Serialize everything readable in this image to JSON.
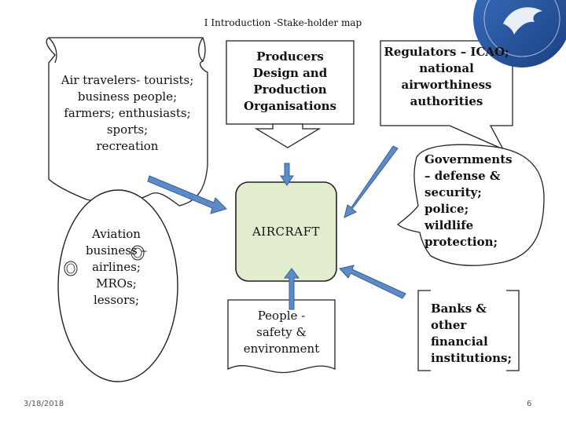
{
  "header": {
    "title": "I Introduction -Stake-holder map"
  },
  "logo": {
    "icon": "eagle-logo-icon",
    "colors": [
      "#1f4e9c",
      "#ffffff"
    ]
  },
  "nodes": {
    "travelers": {
      "text": "Air travelers- tourists;\nbusiness people;\nfarmers; enthusiasts;\nsports;\nrecreation"
    },
    "producers": {
      "text": "Producers\nDesign and\nProduction\nOrganisations"
    },
    "regulators": {
      "text": "Regulators – ICAO;\nnational\nairworthiness\nauthorities"
    },
    "aviation": {
      "text": "Aviation\nbusiness –\nairlines;\nMROs;\nlessors;"
    },
    "aircraft": {
      "text": "AIRCRAFT"
    },
    "governments": {
      "text": "Governments\n– defense &\nsecurity;\npolice;\nwildlife\nprotection;"
    },
    "people": {
      "text": "People -\nsafety &\nenvironment"
    },
    "banks": {
      "text": "Banks  &\nother\nfinancial\ninstitutions;"
    }
  },
  "colors": {
    "aircraft_fill": "#e2ecce",
    "arrow_fill": "#5b8bc9",
    "arrow_stroke": "#3a5f95",
    "outline": "#222222"
  },
  "footer": {
    "date": "3/18/2018",
    "page": "6"
  }
}
